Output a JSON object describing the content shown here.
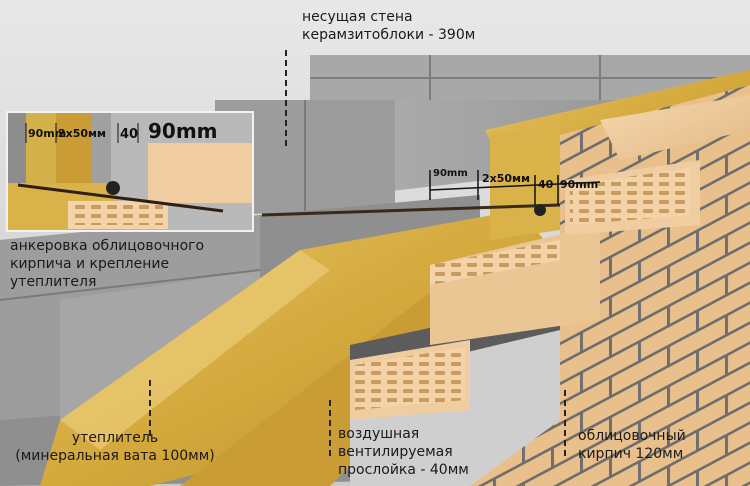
{
  "labels": {
    "wall": [
      "несущая стена",
      "керамзитоблоки - 390м"
    ],
    "anchor": [
      "анкеровка облицовочного",
      "кирпича и крепление",
      "утеплителя"
    ],
    "insulation": [
      "утеплитель",
      "(минеральная вата 100мм)"
    ],
    "air_gap": [
      "воздушная",
      "вентилируемая",
      "прослойка - 40мм"
    ],
    "facing_brick": [
      "облицовочный",
      "кирпич 120мм"
    ]
  },
  "dimensions": {
    "inset": [
      "90mm",
      "2x50мм",
      "40",
      "90mm"
    ],
    "main": [
      "90mm",
      "2x50мм",
      "40",
      "90mm"
    ]
  },
  "colors": {
    "block": "#9a9a9a",
    "wool": "#d9b24a",
    "brick": "#f0cfa4",
    "mortar": "#5a5a5a",
    "background": "#dcdcdc"
  }
}
